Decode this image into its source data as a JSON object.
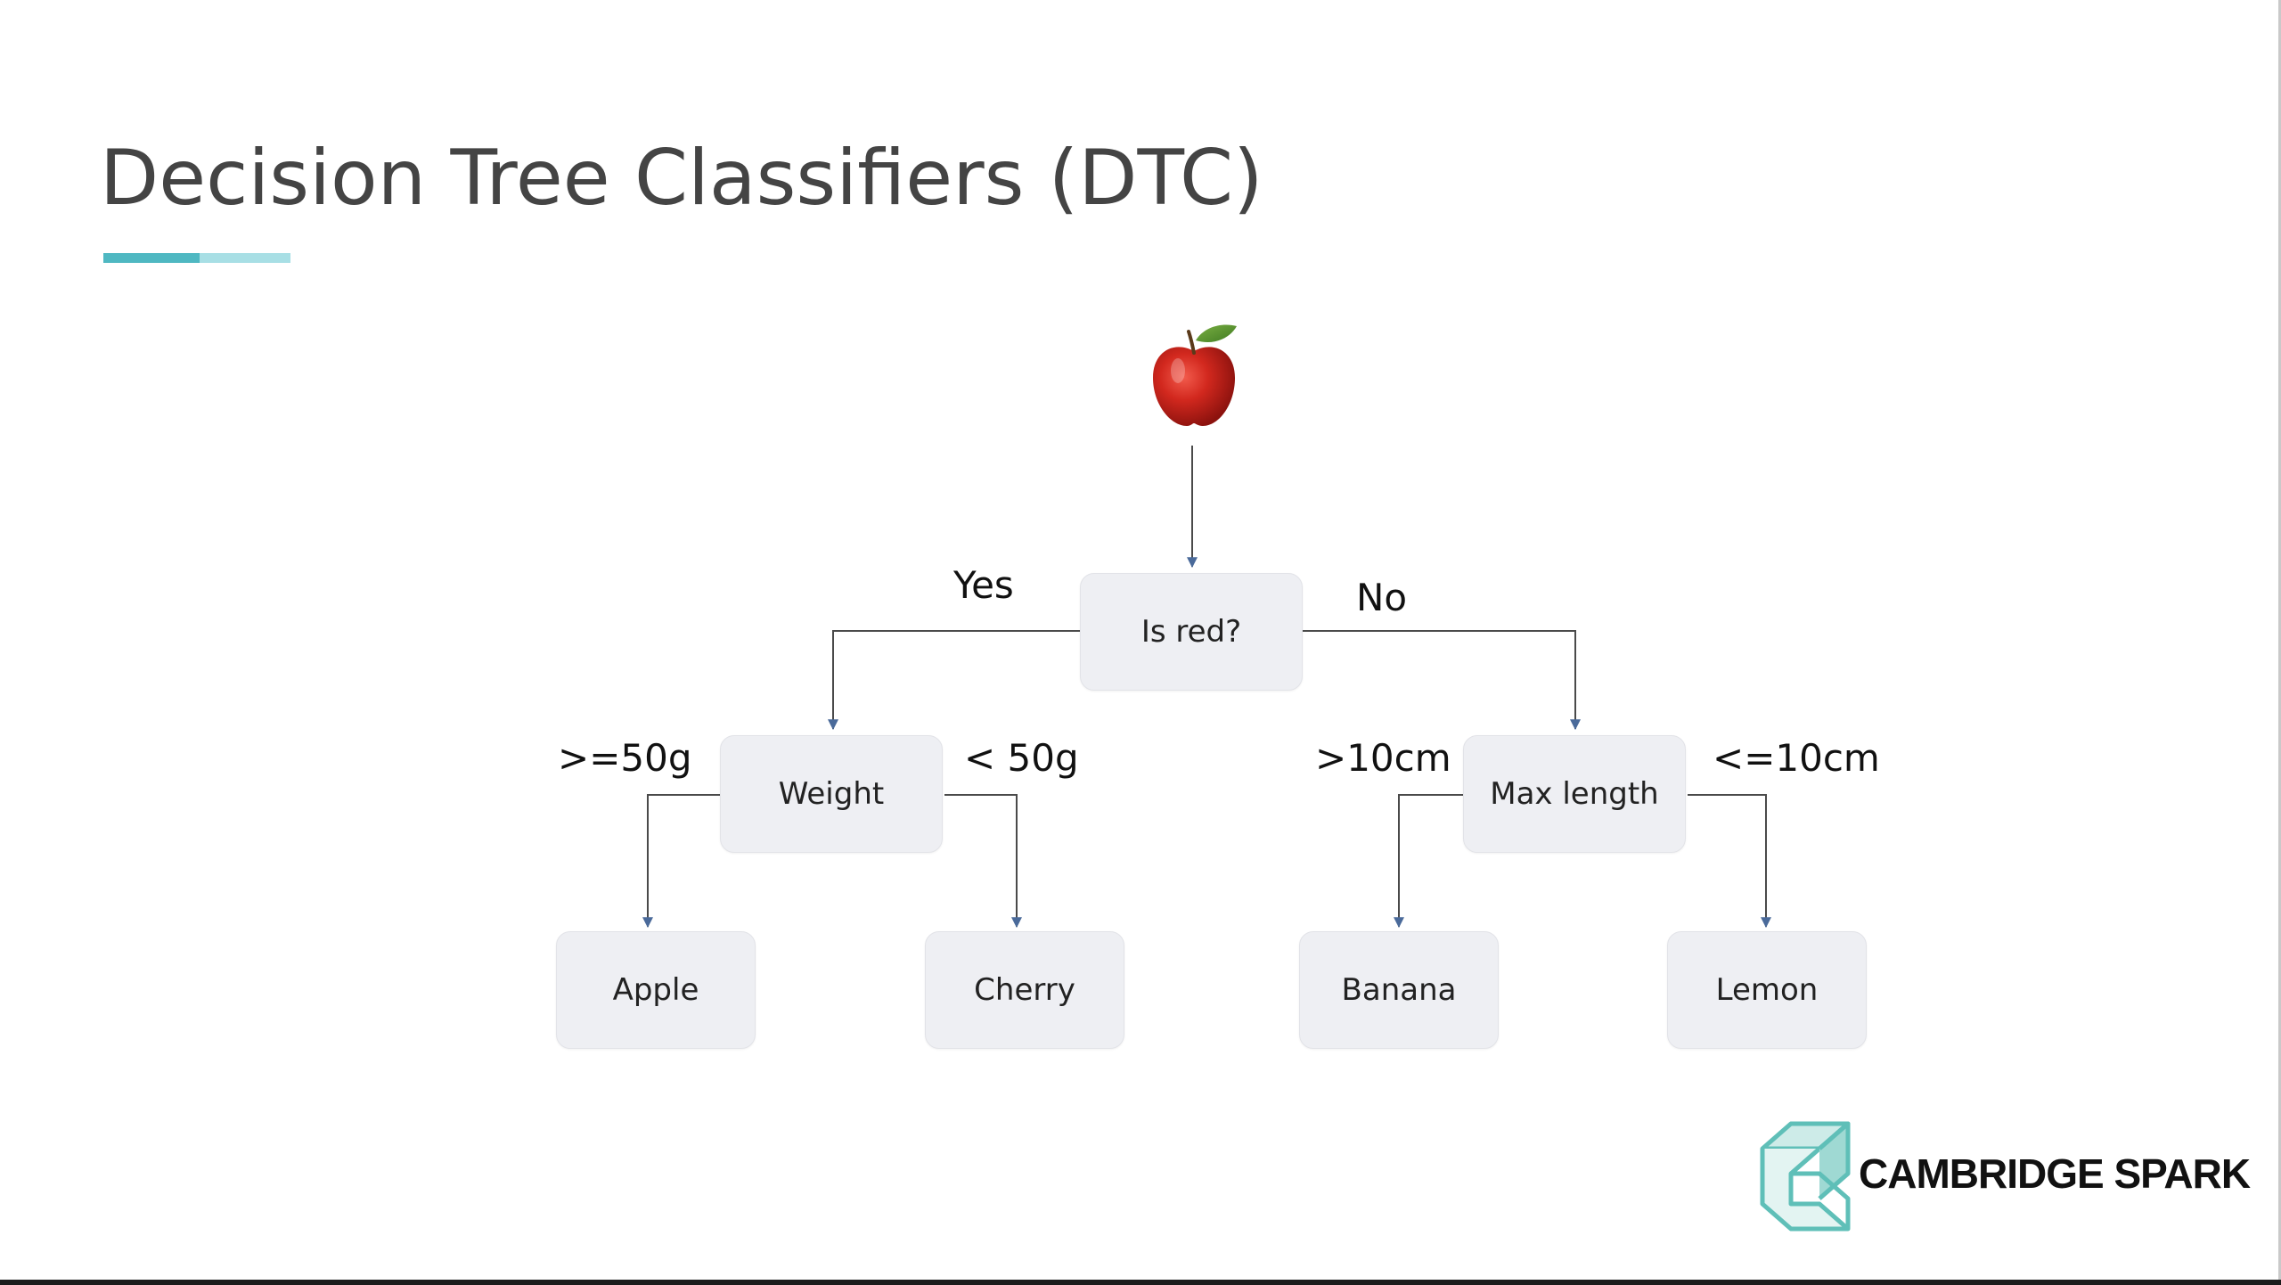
{
  "slide": {
    "title": "Decision Tree Classifiers (DTC)",
    "accent_colors": [
      "#4fb8c2",
      "#a8dfe5"
    ]
  },
  "tree": {
    "root": {
      "label": "Is red?",
      "image": "red-apple"
    },
    "root_edges": {
      "yes": "Yes",
      "no": "No"
    },
    "left": {
      "label": "Weight",
      "edges": {
        "left": ">=50g",
        "right": "< 50g"
      },
      "leaves": [
        "Apple",
        "Cherry"
      ]
    },
    "right": {
      "label": "Max length",
      "edges": {
        "left": ">10cm",
        "right": "<=10cm"
      },
      "leaves": [
        "Banana",
        "Lemon"
      ]
    },
    "colors": {
      "node_fill": "#eeeff3",
      "connector": "#4a4a4a",
      "arrowhead": "#4a6a9a"
    }
  },
  "branding": {
    "logo_icon": "cambridge-spark-logo-icon",
    "name": "CAMBRIDGE SPARK"
  }
}
